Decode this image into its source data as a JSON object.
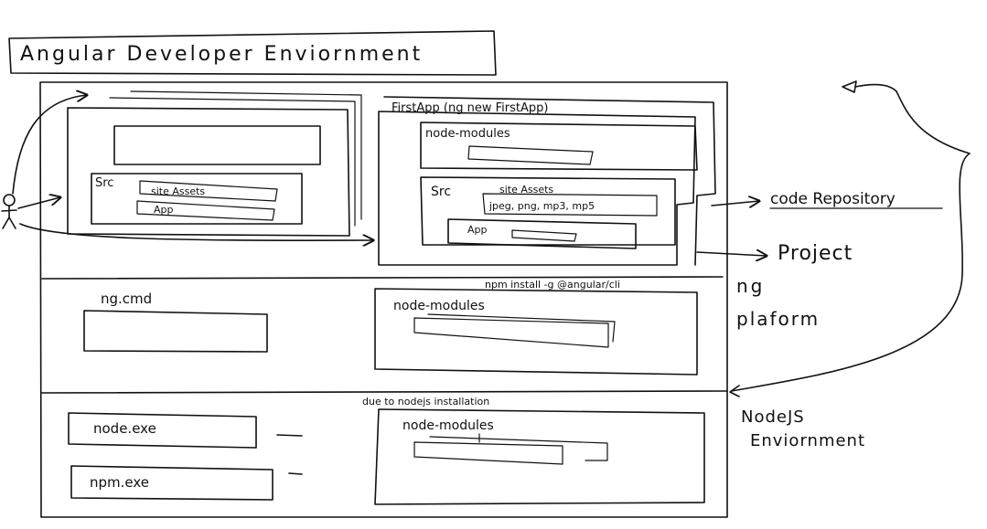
{
  "title": "Angular Developer Enviornment",
  "first_app": {
    "header": "FirstApp (ng new FirstApp)",
    "node_modules": "node-modules",
    "src": "Src",
    "site_assets": "site Assets",
    "file_types": "jpeg, png, mp3, mp5",
    "app": "App"
  },
  "left_project": {
    "src": "Src",
    "site_assets": "site Assets",
    "app": "App"
  },
  "ng_cli": {
    "install_cmd": "npm install -g @angular/cli",
    "ng_cmd": "ng.cmd",
    "node_modules": "node-modules"
  },
  "nodejs": {
    "install_note": "due to nodejs installation",
    "node_exe": "node.exe",
    "npm_exe": "npm.exe",
    "node_modules": "node-modules"
  },
  "labels": {
    "code_repository": "code Repository",
    "project": "Project",
    "ng_line1": "ng",
    "ng_line2": "plaform",
    "nodejs_line1": "NodeJS",
    "nodejs_line2": "Enviornment"
  }
}
